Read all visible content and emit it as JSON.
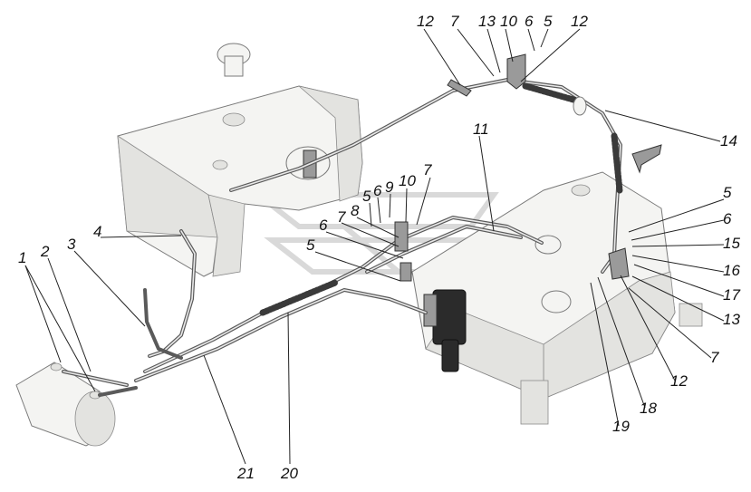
{
  "callouts": [
    {
      "id": "c-12a",
      "text": "12"
    },
    {
      "id": "c-7a",
      "text": "7"
    },
    {
      "id": "c-13a",
      "text": "13"
    },
    {
      "id": "c-10a",
      "text": "10"
    },
    {
      "id": "c-6a",
      "text": "6"
    },
    {
      "id": "c-5a",
      "text": "5"
    },
    {
      "id": "c-12b",
      "text": "12"
    },
    {
      "id": "c-14",
      "text": "14"
    },
    {
      "id": "c-11",
      "text": "11"
    },
    {
      "id": "c-10b",
      "text": "10"
    },
    {
      "id": "c-7b",
      "text": "7"
    },
    {
      "id": "c-9",
      "text": "9"
    },
    {
      "id": "c-6b",
      "text": "6"
    },
    {
      "id": "c-5b",
      "text": "5"
    },
    {
      "id": "c-8",
      "text": "8"
    },
    {
      "id": "c-7c",
      "text": "7"
    },
    {
      "id": "c-6c",
      "text": "6"
    },
    {
      "id": "c-5c",
      "text": "5"
    },
    {
      "id": "c-5d",
      "text": "5"
    },
    {
      "id": "c-6d",
      "text": "6"
    },
    {
      "id": "c-15",
      "text": "15"
    },
    {
      "id": "c-16",
      "text": "16"
    },
    {
      "id": "c-17",
      "text": "17"
    },
    {
      "id": "c-13b",
      "text": "13"
    },
    {
      "id": "c-7d",
      "text": "7"
    },
    {
      "id": "c-12c",
      "text": "12"
    },
    {
      "id": "c-18",
      "text": "18"
    },
    {
      "id": "c-19",
      "text": "19"
    },
    {
      "id": "c-1",
      "text": "1"
    },
    {
      "id": "c-2",
      "text": "2"
    },
    {
      "id": "c-3",
      "text": "3"
    },
    {
      "id": "c-4",
      "text": "4"
    },
    {
      "id": "c-21",
      "text": "21"
    },
    {
      "id": "c-20",
      "text": "20"
    }
  ]
}
